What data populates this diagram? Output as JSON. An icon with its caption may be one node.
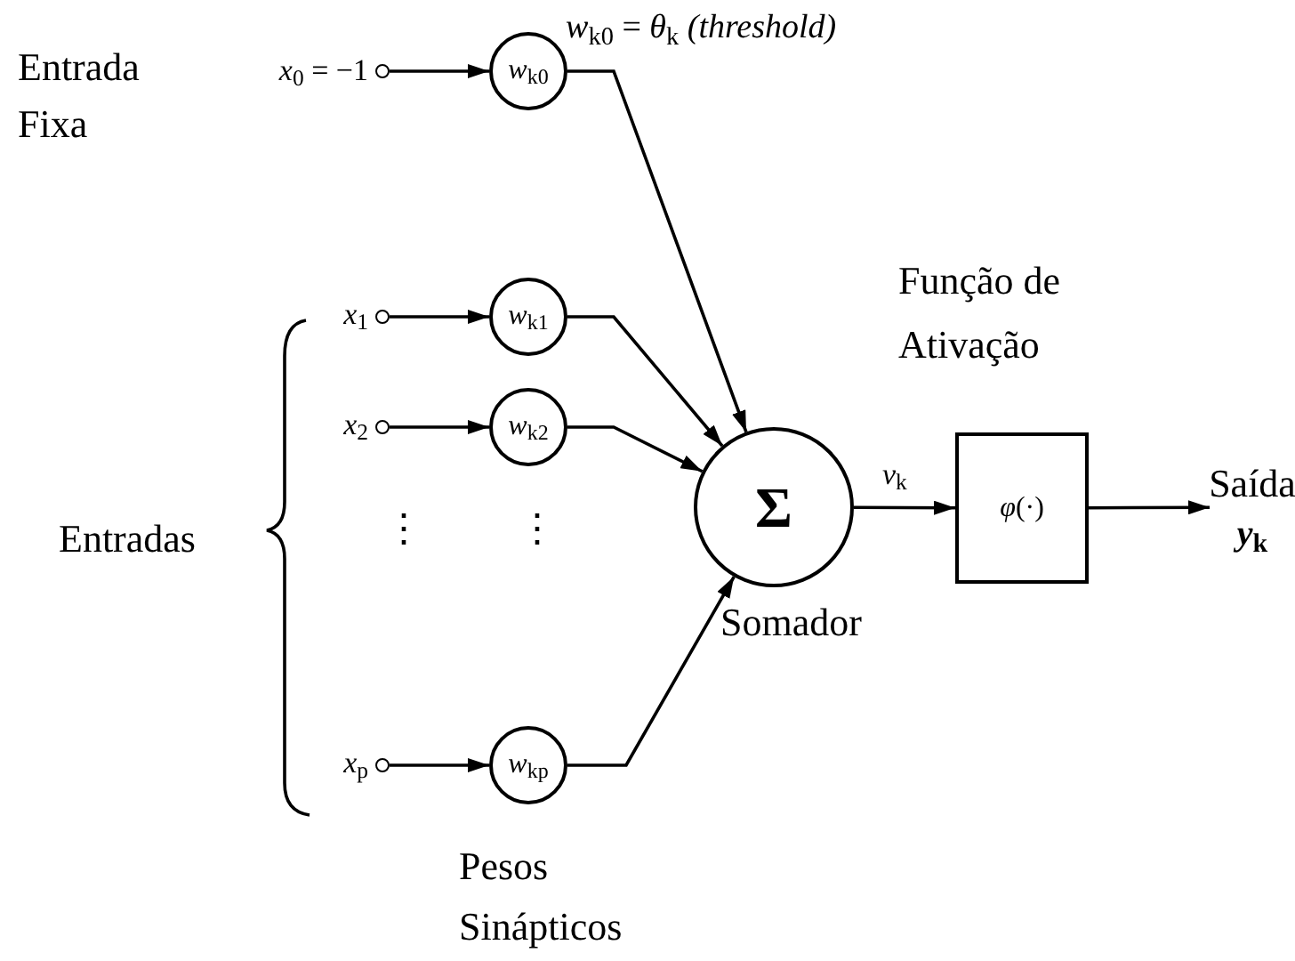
{
  "diagram": {
    "nodes": [
      {
        "text": [],
        "shape": "circle",
        "beside": [
          "*x*$_{0}$ = −1"
        ]
      },
      {
        "text": [
          "*w*$_{k0}$"
        ],
        "beside": [
          "*w*$_{k0}$ = *θ*$_{k}$ *(threshold)*"
        ]
      },
      {
        "text": [],
        "shape": "circle",
        "beside": [
          "*x*$_{1}$"
        ]
      },
      {
        "text": [
          "*w*$_{k1}$"
        ]
      },
      {
        "text": [],
        "shape": "circle",
        "beside": [
          "*x*$_{2}$"
        ]
      },
      {
        "text": [
          "*w*$_{k2}$"
        ]
      },
      {
        "text": [],
        "shape": "circle",
        "beside": [
          "*x*$_{p}$"
        ]
      },
      {
        "text": [
          "*w*$_{kp}$"
        ]
      },
      {
        "text": [
          "Σ"
        ],
        "beside": [
          "Somador"
        ]
      },
      {
        "text": [
          "*φ*(·)"
        ],
        "beside": [
          "Função de Ativação"
        ]
      },
      {
        "text": [
          "Saída",
          "*y*$_{k}$"
        ]
      }
    ],
    "edges": [
      {
        "from": 0,
        "to": 1,
        "arrow": "to"
      },
      {
        "from": 2,
        "to": 3,
        "arrow": "to"
      },
      {
        "from": 4,
        "to": 5,
        "arrow": "to"
      },
      {
        "from": 6,
        "to": 7,
        "arrow": "to"
      },
      {
        "from": 1,
        "to": 8,
        "arrow": "to"
      },
      {
        "from": 3,
        "to": 8,
        "arrow": "to"
      },
      {
        "from": 5,
        "to": 8,
        "arrow": "to"
      },
      {
        "from": 7,
        "to": 8,
        "arrow": "to"
      },
      {
        "from": 8,
        "to": 9,
        "arrow": "to",
        "label": "*v*$_{k}$"
      },
      {
        "from": 9,
        "to": 10,
        "arrow": "to"
      }
    ],
    "labels": [
      "Entrada Fixa",
      "Entradas",
      "⋮",
      "⋮",
      "Pesos Sinápticos"
    ]
  }
}
